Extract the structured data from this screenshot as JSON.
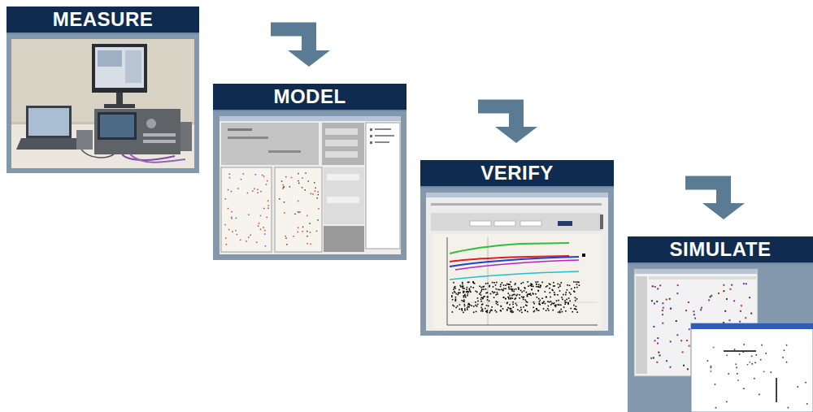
{
  "diagram": {
    "nodes": [
      {
        "text": [
          "MEASURE"
        ]
      },
      {
        "text": [
          "MODEL"
        ]
      },
      {
        "text": [
          "VERIFY"
        ]
      },
      {
        "text": [
          "SIMULATE"
        ]
      }
    ],
    "edges": [
      {
        "from": 0,
        "to": 1,
        "arrow": "to"
      },
      {
        "from": 1,
        "to": 2,
        "arrow": "to"
      },
      {
        "from": 2,
        "to": 3,
        "arrow": "to"
      }
    ]
  }
}
